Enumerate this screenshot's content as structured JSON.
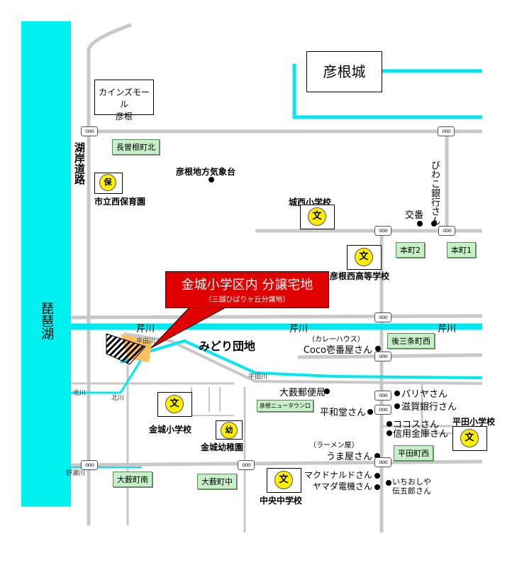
{
  "colors": {
    "lake": "#00f0f0",
    "river": "#00e8f0",
    "road": "#c8c8c8",
    "callout": "#e00000",
    "tag": "#c8f0c8",
    "school_mark": "#ffee00"
  },
  "lake": {
    "label": "琵琶湖"
  },
  "castle": {
    "label": "彦根城"
  },
  "callout": {
    "title": "金城小学区内 分譲宅地",
    "subtitle": "（三越ひばりヶ丘分譲地）"
  },
  "roads": {
    "kogan": "湖岸道路"
  },
  "rivers": {
    "serikawa_w": "芹川",
    "serikawa_e": "芹川",
    "hirata_w": "平田川",
    "hirata_e": "平田川",
    "kitagawa_w": "北川",
    "kitagawa_e": "北川",
    "nose": "野瀬川"
  },
  "areas": {
    "midori": "みどり団地"
  },
  "landmarks": {
    "cainz": "カインズモール\n彦根",
    "cainz_l1": "カインズモール",
    "cainz_l2": "彦根",
    "weather": "彦根地方気象台",
    "biwako_bank": "びわこ銀行さん",
    "koban": "交番",
    "coco_sub": "（カレーハウス）",
    "coco": "Coco壱番屋さん",
    "post": "大薮郵便局",
    "pariya": "パリヤさん",
    "shiga_bank": "滋賀銀行さん",
    "heiwado": "平和堂さん",
    "cocos": "ココスさん",
    "shinyo": "信用金庫さん",
    "umaya_sub": "（ラーメン屋）",
    "umaya": "うま屋さん",
    "mcd": "マクドナルドさん",
    "yamada": "ヤマダ電機さん",
    "ichiosiya_l1": "いちおしや",
    "ichiosiya_l2": "伝五郎さん"
  },
  "schools": [
    {
      "name": "市立西保育園",
      "mark": "保"
    },
    {
      "name": "城西小学校",
      "mark": "文"
    },
    {
      "name": "彦根西高等学校",
      "mark": "文"
    },
    {
      "name": "金城小学校",
      "mark": "文"
    },
    {
      "name": "金城幼稚園",
      "mark": "幼"
    },
    {
      "name": "平田小学校",
      "mark": "文"
    },
    {
      "name": "中央中学校",
      "mark": "文"
    }
  ],
  "signal_icon": "ooo",
  "intersections": [
    "長曽根町北",
    "本町2",
    "本町1",
    "後三条町西",
    "彦根ニュータウン口",
    "平田町西",
    "大薮町南",
    "大薮町中"
  ]
}
